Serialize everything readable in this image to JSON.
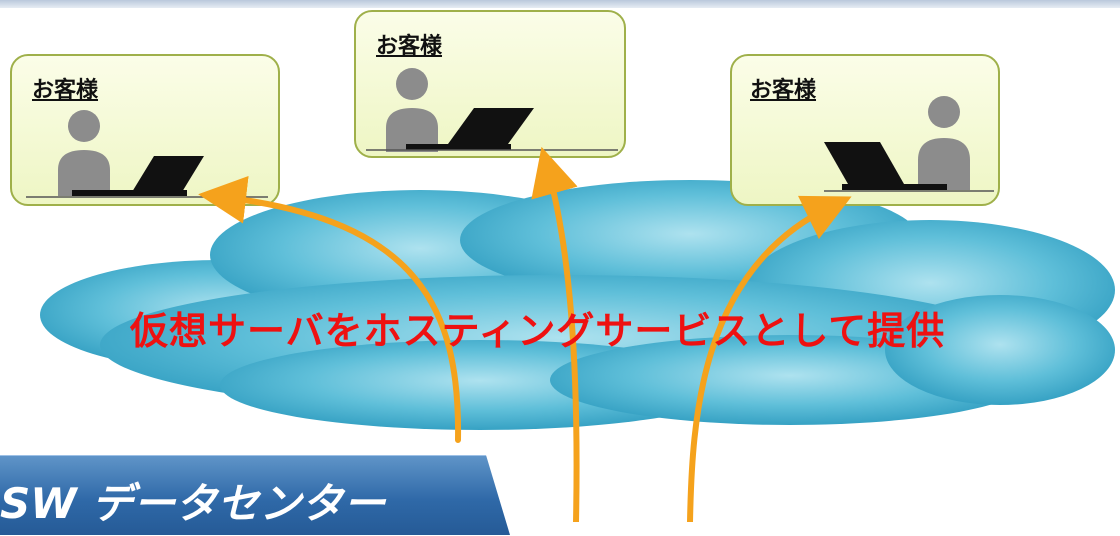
{
  "clients": [
    {
      "label": "お客様"
    },
    {
      "label": "お客様"
    },
    {
      "label": "お客様"
    }
  ],
  "cloud_caption": "仮想サーバをホスティングサービスとして提供",
  "datacenter_label": "SW データセンター",
  "colors": {
    "client_fill": "#f3f8d2",
    "client_border": "#9fb04a",
    "cloud": "#3aa8c8",
    "arrow": "#f5a21c",
    "caption": "#ee1111",
    "banner": "#2f69a8"
  }
}
